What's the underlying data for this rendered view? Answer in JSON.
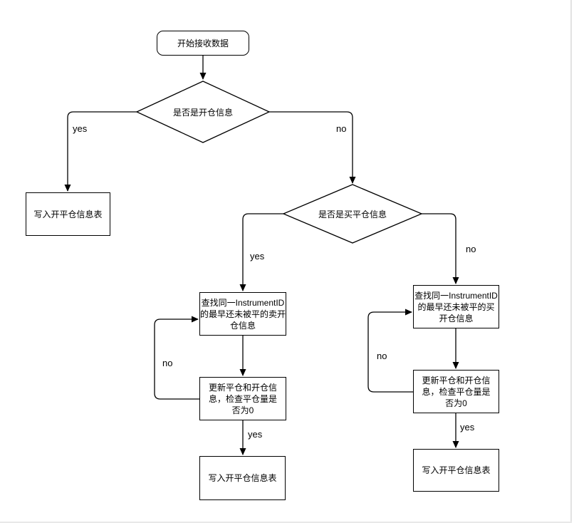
{
  "canvas": {
    "background": "#ffffff",
    "stroke_color": "#000000",
    "page_border_color": "#e2e2e2"
  },
  "nodes": {
    "start": "开始接收数据",
    "decision_is_open": "是否是开仓信息",
    "write_table_left": "写入开平仓信息表",
    "decision_is_buy_close": "是否是买平仓信息",
    "find_sell_open": "查找同一InstrumentID的最早还未被平的卖开仓信息",
    "update_check_mid": "更新平仓和开仓信息，检查平仓量是否为0",
    "write_table_mid": "写入开平仓信息表",
    "find_buy_open": "查找同一InstrumentID的最早还未被平的买开仓信息",
    "update_check_right": "更新平仓和开仓信息，检查平仓量是否为0",
    "write_table_right": "写入开平仓信息表"
  },
  "edge_labels": {
    "d1_yes": "yes",
    "d1_no": "no",
    "d2_yes": "yes",
    "d2_no": "no",
    "mid_loop_no": "no",
    "mid_done_yes": "yes",
    "right_loop_no": "no",
    "right_done_yes": "yes"
  }
}
